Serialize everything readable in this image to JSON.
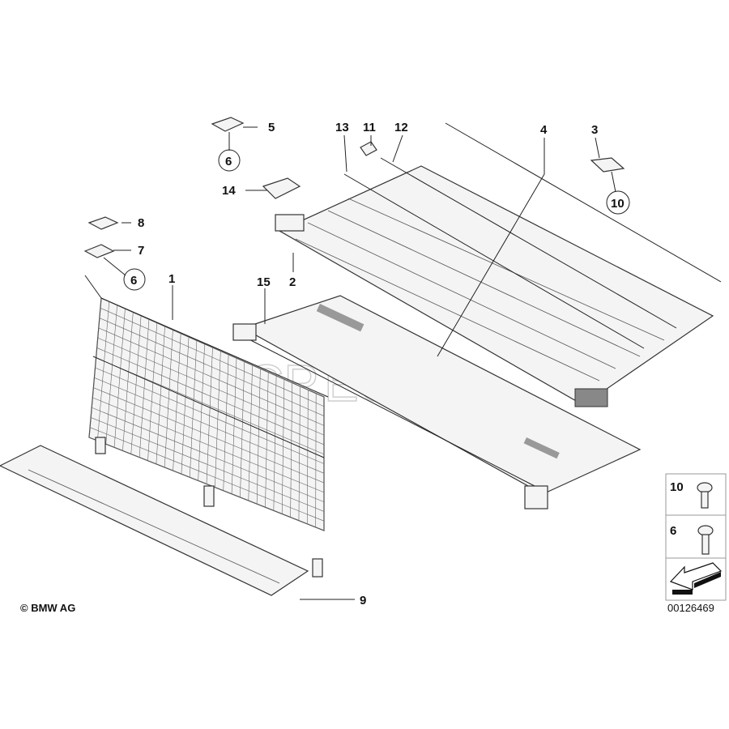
{
  "diagram": {
    "callouts": {
      "c1": "1",
      "c2": "2",
      "c3": "3",
      "c4": "4",
      "c5": "5",
      "c6a": "6",
      "c6b": "6",
      "c7": "7",
      "c8": "8",
      "c9": "9",
      "c10": "10",
      "c11": "11",
      "c12": "12",
      "c13": "13",
      "c14": "14",
      "c15": "15"
    },
    "legend": {
      "item1": "10",
      "item2": "6"
    },
    "copyright": "© BMW AG",
    "document_id": "00126469",
    "watermark": "FCP EURO"
  }
}
